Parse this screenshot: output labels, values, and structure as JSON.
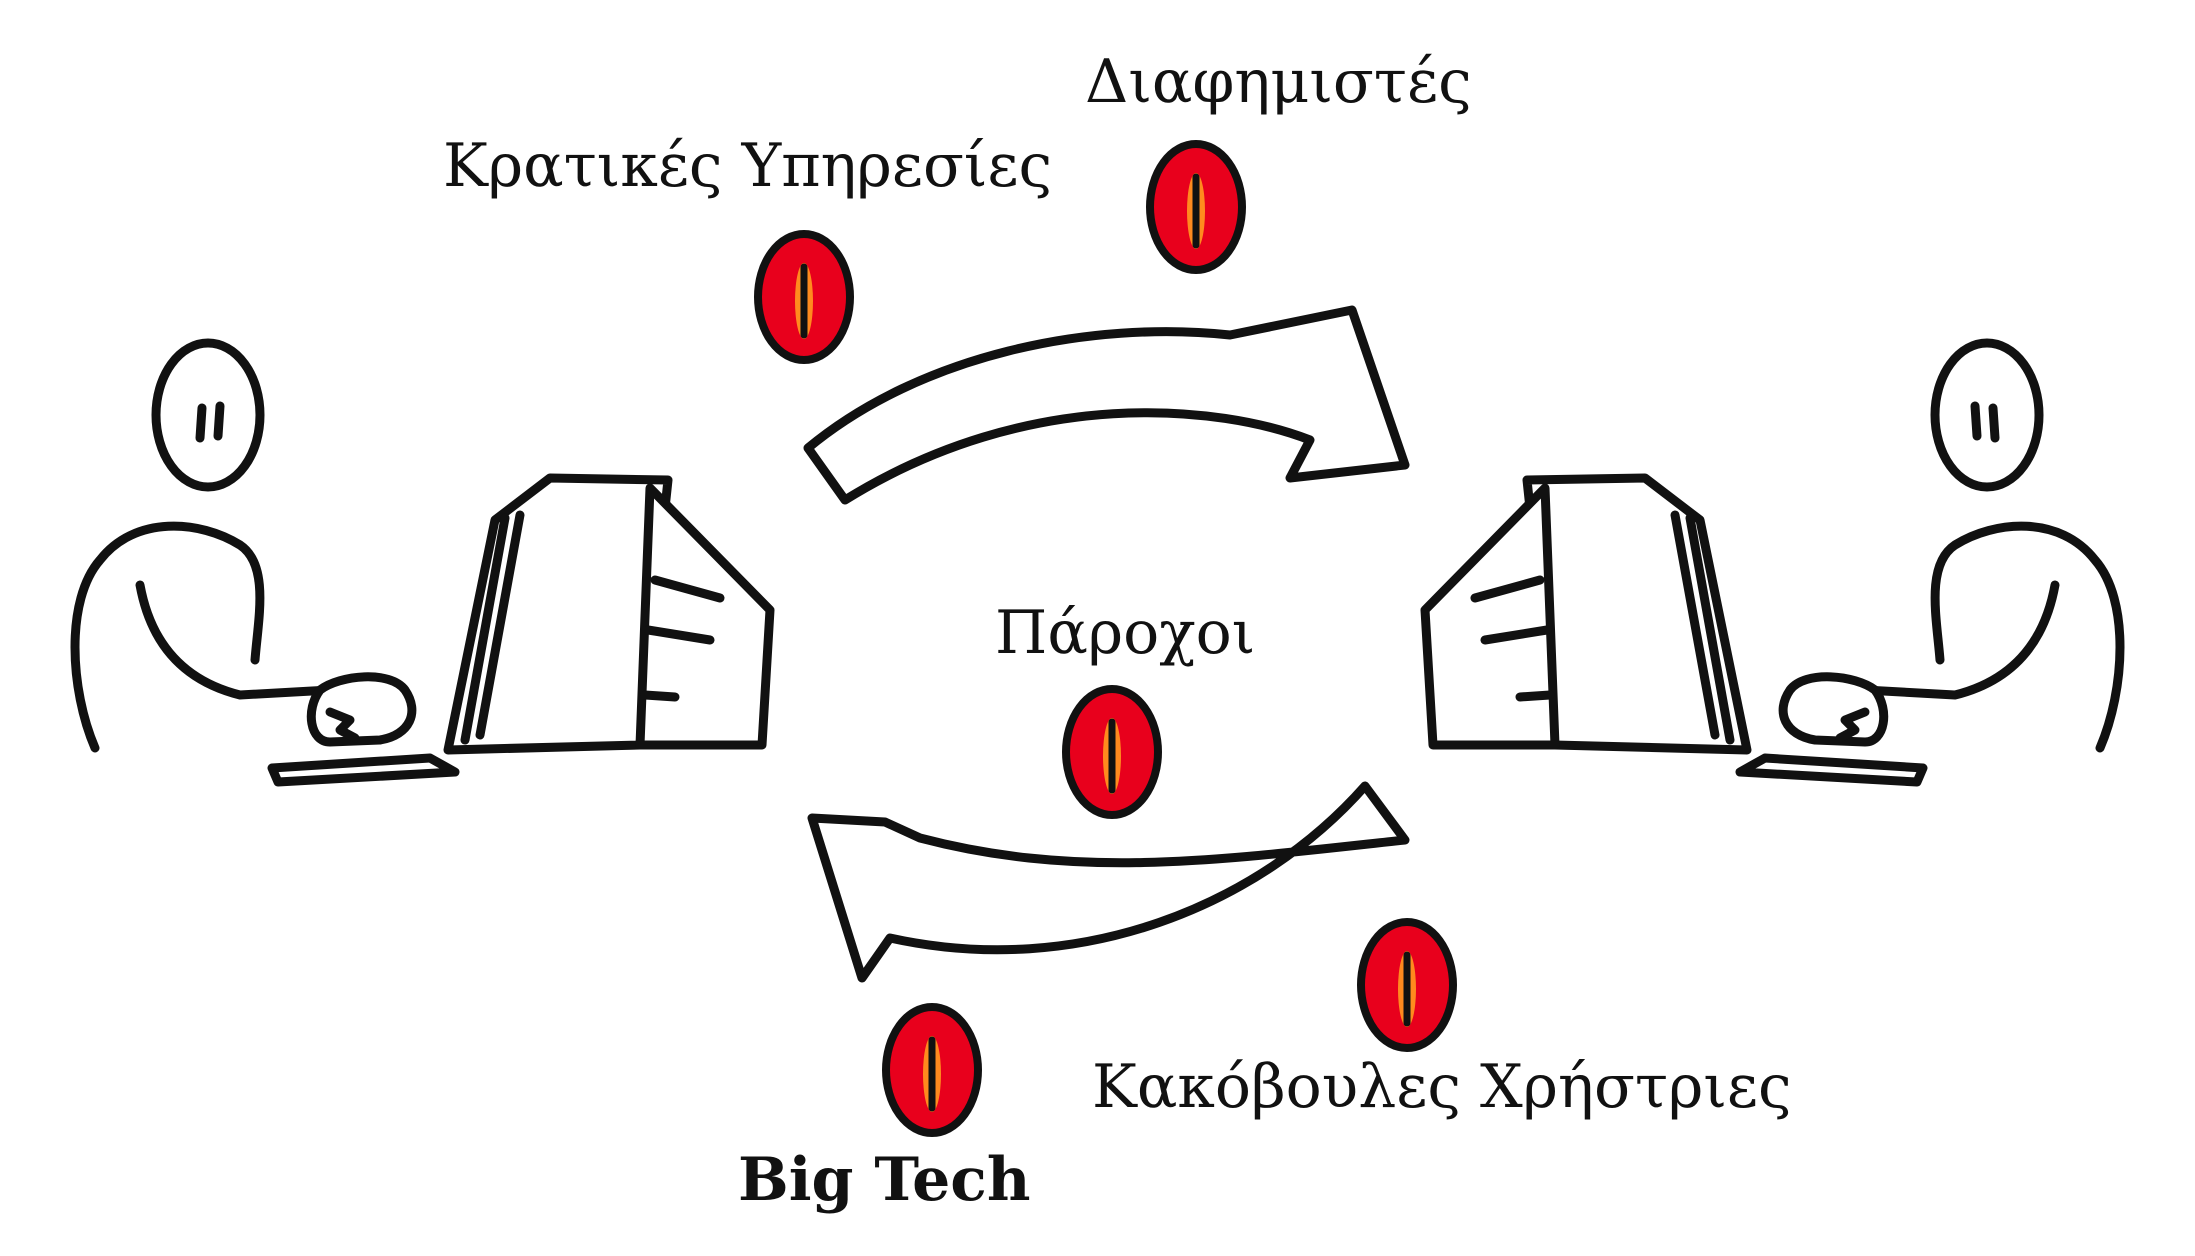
{
  "labels": {
    "government": "Κρατικές Υπηρεσίες",
    "advertisers": "Διαφημιστές",
    "providers": "Πάροχοι",
    "malicious_users": "Κακόβουλες Χρήστριες",
    "big_tech": "Big Tech"
  },
  "colors": {
    "ink": "#111111",
    "eye_red": "#e8001c",
    "eye_orange": "#ff8a1e",
    "background": "#ffffff"
  },
  "icons": [
    "person-at-computer-left",
    "person-at-computer-right",
    "curved-arrow-top",
    "curved-arrow-bottom",
    "red-eye-icon"
  ]
}
